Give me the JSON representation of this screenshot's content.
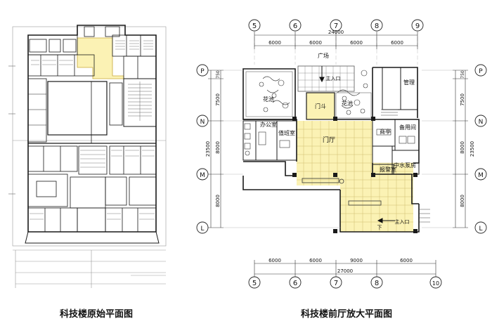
{
  "captions": {
    "left": "科技楼原始平面图",
    "right": "科技楼前厅放大平面图"
  },
  "colors": {
    "highlight": "#fbf2b4",
    "wall": "#1a1a1a",
    "line": "#444444",
    "dim": "#333333"
  },
  "grid": {
    "top_axes": [
      "5",
      "6",
      "7",
      "8",
      "9"
    ],
    "bottom_axes": [
      "5",
      "6",
      "7",
      "8",
      "10"
    ],
    "left_axes": [
      "P",
      "N",
      "M",
      "L"
    ],
    "right_axes": [
      "P",
      "N",
      "M",
      "L"
    ]
  },
  "dimensions": {
    "top_total": "24000",
    "top_spans": [
      "6000",
      "6000",
      "6000",
      "6000"
    ],
    "bottom_total": "27000",
    "bottom_spans": [
      "6000",
      "6000",
      "9000",
      "6000"
    ],
    "left_total": "23500",
    "left_spans": [
      "750",
      "7500",
      "8000",
      "8000"
    ],
    "right_total": "23500",
    "right_spans": [
      "750",
      "7500",
      "8000",
      "8000"
    ]
  },
  "rooms": {
    "plaza": "广场",
    "main_entrance_top": "主入口",
    "main_entrance_bottom": "主入口",
    "flower_bed_left": "花池",
    "flower_bed_right": "花池",
    "door_bucket": "门斗",
    "office": "办公室",
    "duty_room": "值班室",
    "lobby": "门厅",
    "shop": "商亭",
    "storage": "备用间",
    "management": "管理",
    "pump_room": "中水泵房",
    "alarm_room": "报警室",
    "down": "下"
  }
}
